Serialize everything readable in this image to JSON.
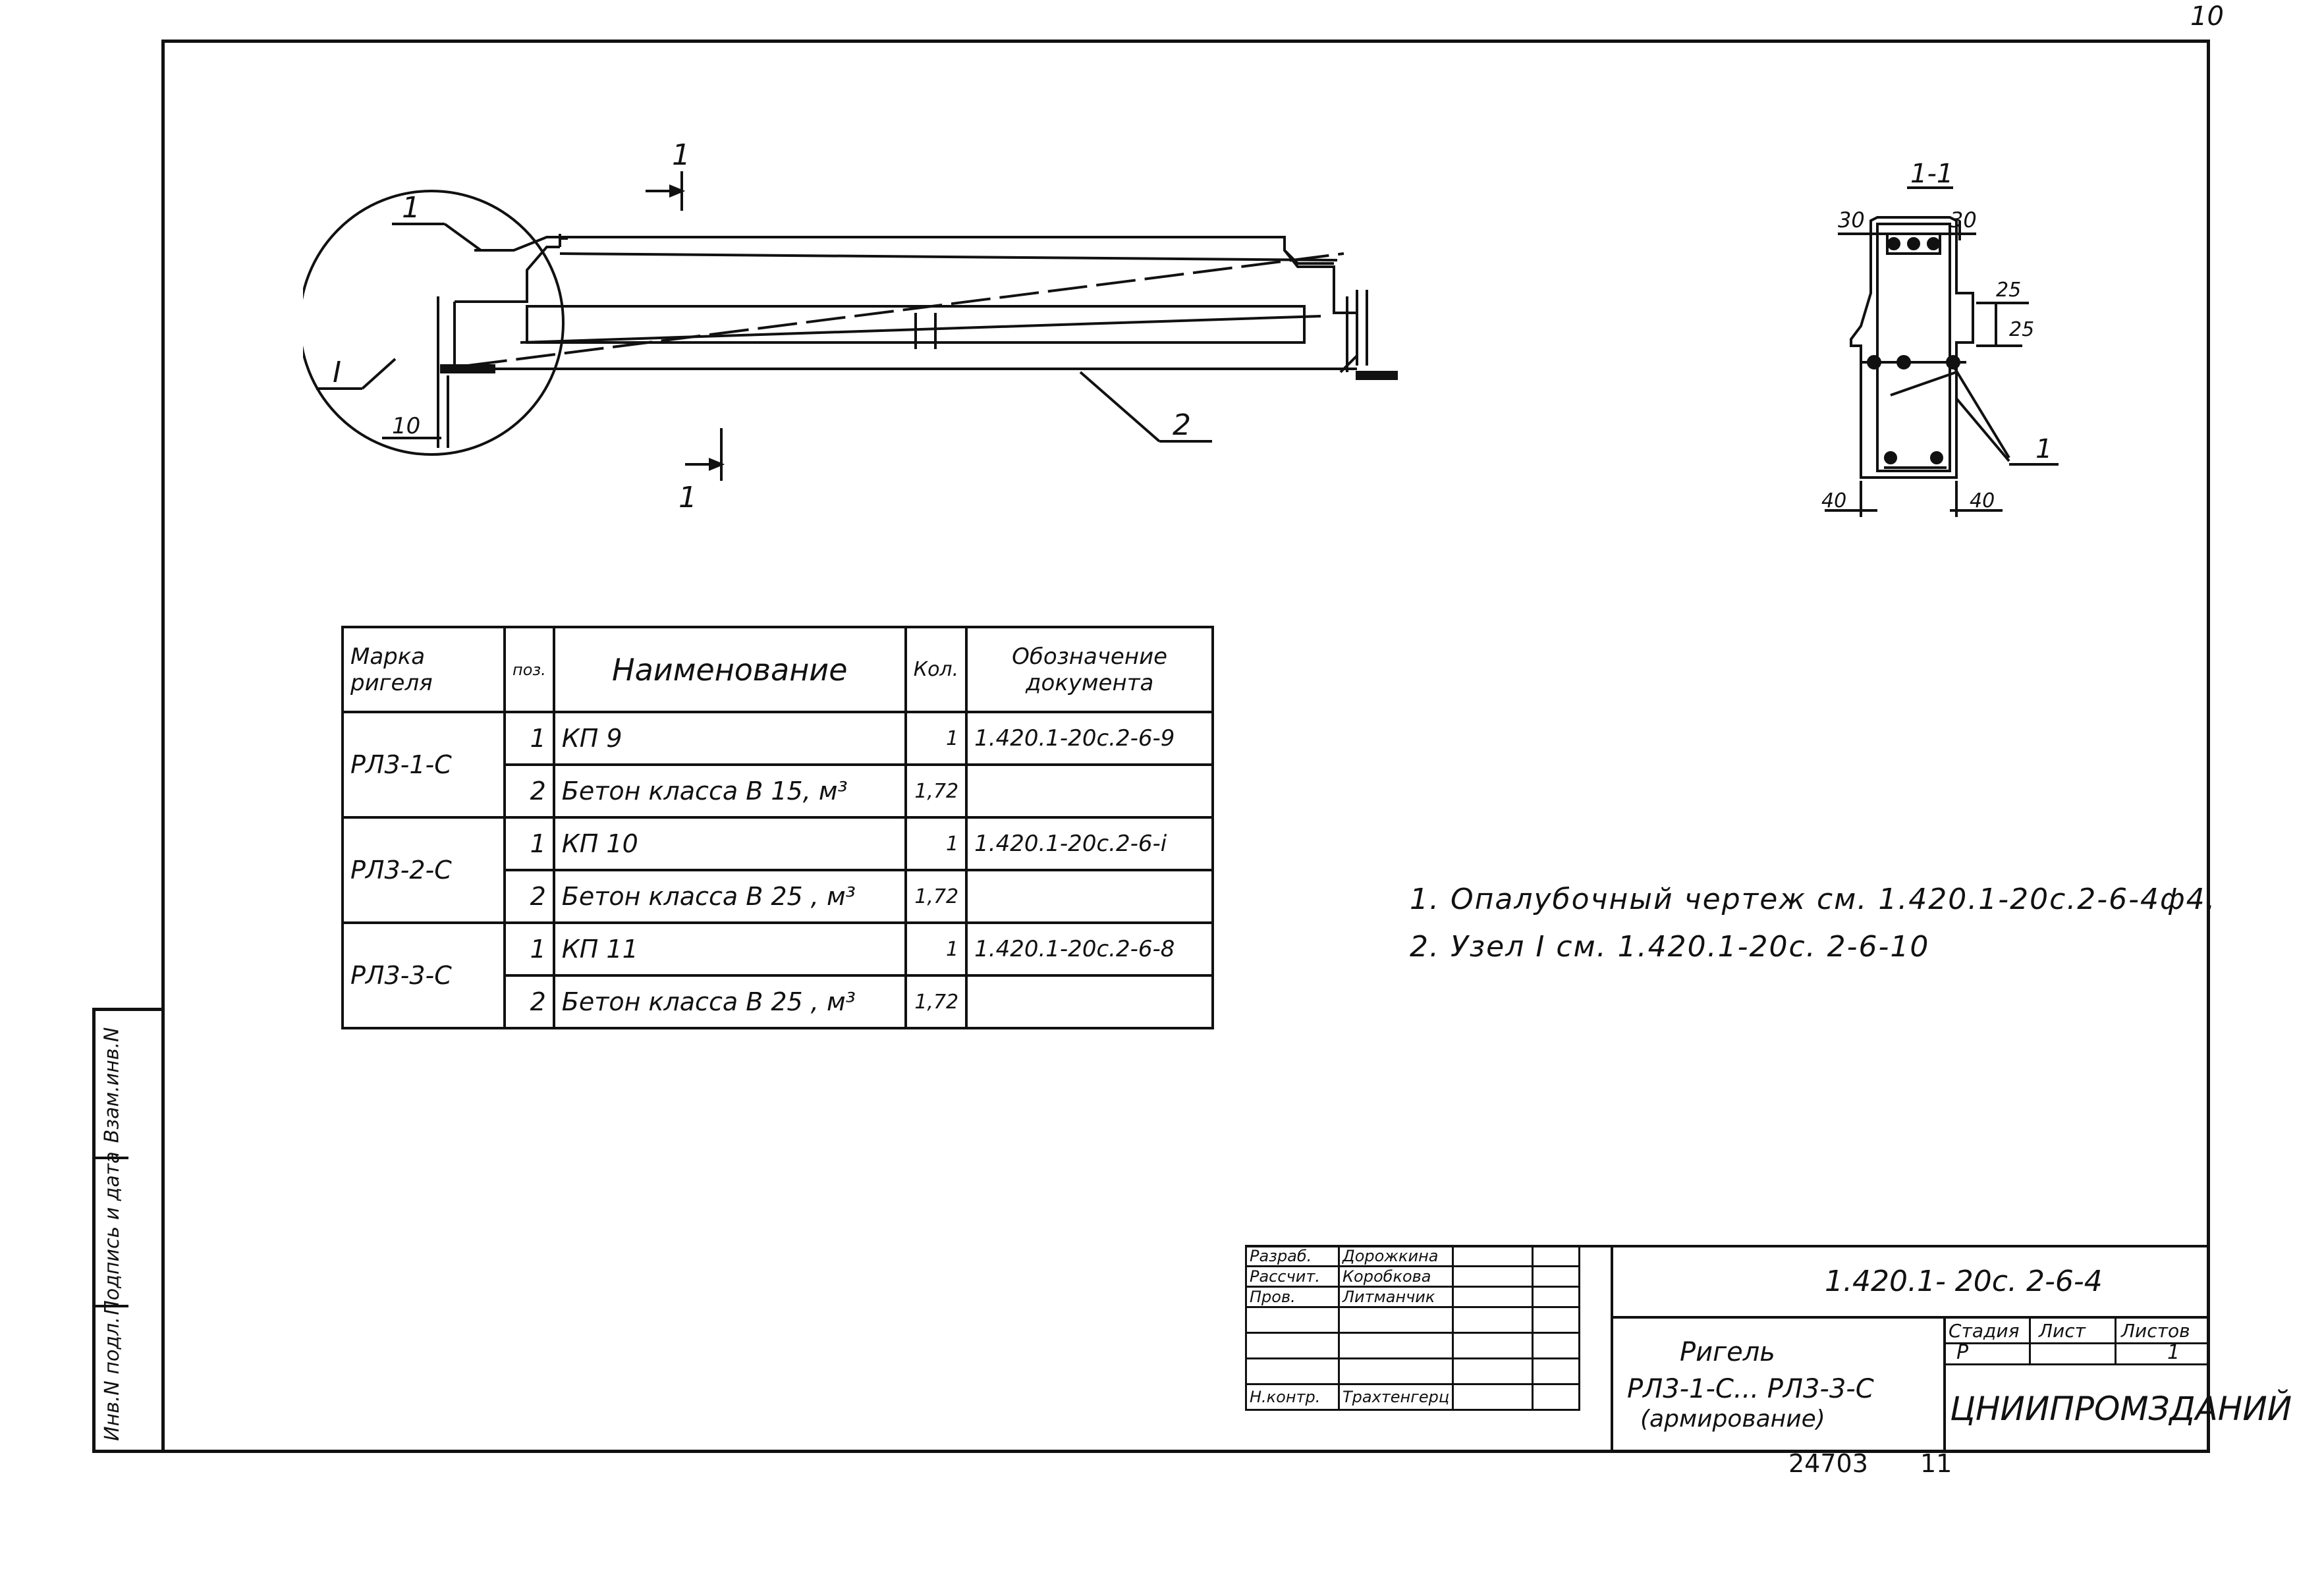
{
  "page_number": "10",
  "beam_drawing": {
    "section_cut_label_top": "1",
    "section_cut_label_bottom": "1",
    "callout_1": "1",
    "callout_2": "2",
    "node_label": "I",
    "dim_10": "10"
  },
  "section_view": {
    "title": "1-1",
    "dim_top_left": "30",
    "dim_top_right": "30",
    "dim_side_1": "25",
    "dim_side_2": "25",
    "dim_bottom_left": "40",
    "dim_bottom_right": "40",
    "callout": "1"
  },
  "spec_table": {
    "headers": {
      "mark": "Марка ригеля",
      "pos": "поз.",
      "name": "Наименование",
      "qty": "Кол.",
      "doc": "Обозначение документа"
    },
    "groups": [
      {
        "mark": "РЛ3-1-С",
        "rows": [
          {
            "pos": "1",
            "name": "КП 9",
            "qty": "1",
            "doc": "1.420.1-20с.2-6-9"
          },
          {
            "pos": "2",
            "name": "Бетон класса В 15, м³",
            "qty": "1,72",
            "doc": ""
          }
        ]
      },
      {
        "mark": "РЛ3-2-С",
        "rows": [
          {
            "pos": "1",
            "name": "КП 10",
            "qty": "1",
            "doc": "1.420.1-20с.2-6-і"
          },
          {
            "pos": "2",
            "name": "Бетон класса В 25 , м³",
            "qty": "1,72",
            "doc": ""
          }
        ]
      },
      {
        "mark": "РЛ3-3-С",
        "rows": [
          {
            "pos": "1",
            "name": "КП 11",
            "qty": "1",
            "doc": "1.420.1-20с.2-6-8"
          },
          {
            "pos": "2",
            "name": "Бетон класса В 25 , м³",
            "qty": "1,72",
            "doc": ""
          }
        ]
      }
    ]
  },
  "notes": [
    "1. Опалубочный чертеж см. 1.420.1-20с.2-6-4ф4.",
    "2. Узел I см. 1.420.1-20с. 2-6-10"
  ],
  "side_strip": {
    "label_1": "Взам.инв.N",
    "label_2": "Подпись и дата",
    "label_3": "Инв.N подл."
  },
  "title_block": {
    "roles": [
      "Разраб.",
      "Рассчит.",
      "Пров.",
      "",
      "",
      "",
      "Н.контр."
    ],
    "names": [
      "Дорожкина",
      "Коробкова",
      "Литманчик",
      "",
      "",
      "",
      "Трахтенгерц"
    ],
    "doc_code": "1.420.1- 20с. 2-6-4",
    "title_line1": "Ригель",
    "title_line2": "РЛ3-1-С... РЛ3-3-С",
    "title_line3": "(армирование)",
    "stage_header": "Стадия",
    "sheet_header": "Лист",
    "sheets_header": "Листов",
    "stage_value": "Р",
    "sheets_value": "1",
    "organization": "ЦНИИПРОМЗДАНИЙ",
    "archive_number": "24703",
    "archive_sheet": "11"
  }
}
